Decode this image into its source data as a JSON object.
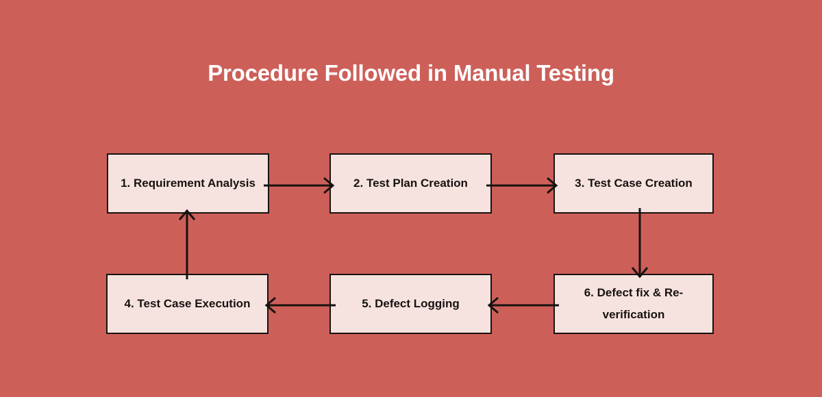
{
  "diagram": {
    "title": "Procedure Followed in Manual Testing",
    "background_color": "#cd5f59",
    "node_fill_color": "#f6e3e0",
    "node_border_color": "#16120f",
    "title_color": "#ffffff",
    "nodes": [
      {
        "id": 1,
        "label": "1. Requirement Analysis"
      },
      {
        "id": 2,
        "label": "2. Test Plan Creation"
      },
      {
        "id": 3,
        "label": "3. Test Case Creation"
      },
      {
        "id": 4,
        "label": "4. Test Case Execution"
      },
      {
        "id": 5,
        "label": "5. Defect Logging"
      },
      {
        "id": 6,
        "label": "6. Defect fix & Re-verification"
      }
    ],
    "connectors": [
      {
        "from": 1,
        "to": 2,
        "direction": "right"
      },
      {
        "from": 2,
        "to": 3,
        "direction": "right"
      },
      {
        "from": 3,
        "to": 6,
        "direction": "down"
      },
      {
        "from": 6,
        "to": 5,
        "direction": "left"
      },
      {
        "from": 5,
        "to": 4,
        "direction": "left"
      },
      {
        "from": 4,
        "to": 1,
        "direction": "up"
      }
    ]
  }
}
